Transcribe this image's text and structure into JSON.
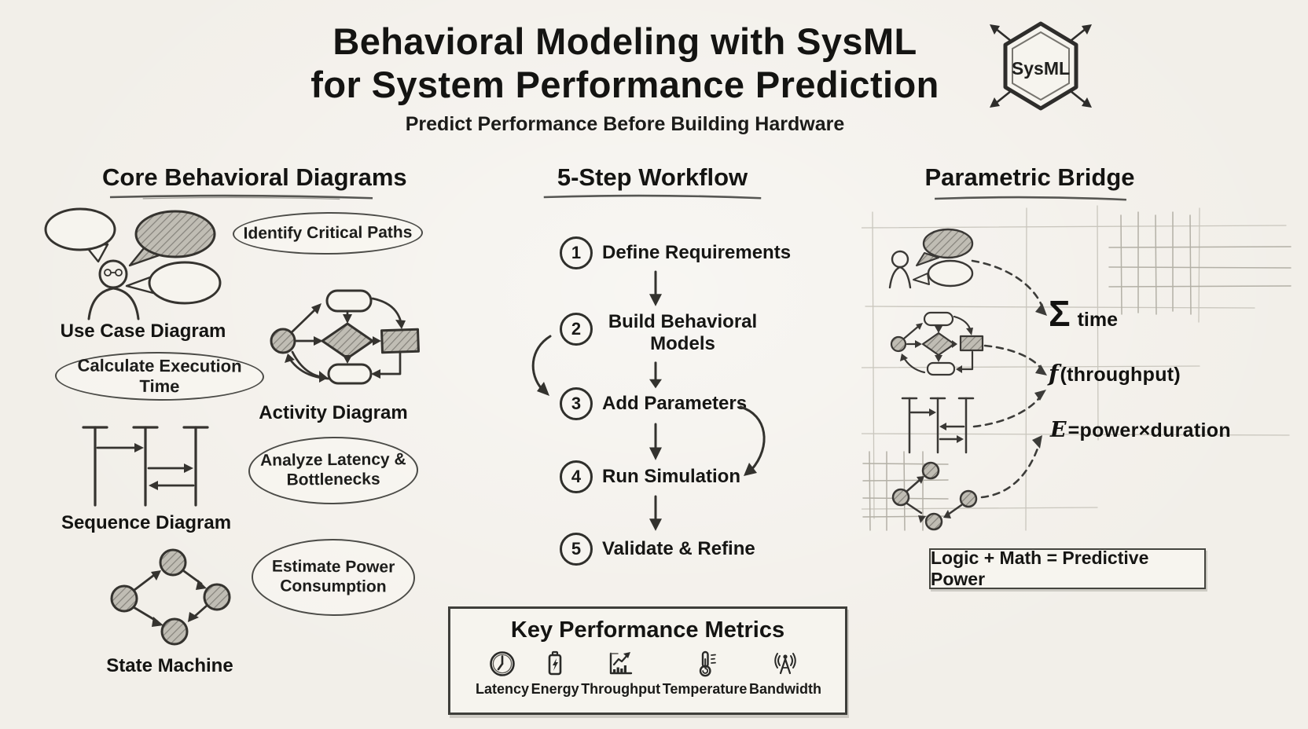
{
  "title": {
    "line1": "Behavioral Modeling with SysML",
    "line2": "for System Performance Prediction",
    "subtitle": "Predict Performance Before Building Hardware"
  },
  "logo": {
    "text": "SysML",
    "icon": "sysml-hexagon-icon"
  },
  "core": {
    "heading": "Core Behavioral Diagrams",
    "labels": {
      "use_case": "Use Case Diagram",
      "activity": "Activity Diagram",
      "sequence": "Sequence Diagram",
      "state": "State Machine"
    },
    "callouts": {
      "critical_paths": "Identify Critical Paths",
      "execution_time": "Calculate Execution Time",
      "latency": "Analyze Latency & Bottlenecks",
      "power": "Estimate Power Consumption"
    }
  },
  "workflow": {
    "heading": "5-Step Workflow",
    "steps": [
      {
        "num": "1",
        "label": "Define Requirements"
      },
      {
        "num": "2",
        "label": "Build Behavioral Models"
      },
      {
        "num": "3",
        "label": "Add Parameters"
      },
      {
        "num": "4",
        "label": "Run Simulation"
      },
      {
        "num": "5",
        "label": "Validate & Refine"
      }
    ]
  },
  "parametric": {
    "heading": "Parametric Bridge",
    "formulas": {
      "sum_symbol": "Σ",
      "sum_label": "time",
      "f_lead": "f",
      "f_rest": "(throughput)",
      "e_lead": "E",
      "e_rest": "=power×duration"
    },
    "footer": "Logic + Math = Predictive Power"
  },
  "metrics": {
    "heading": "Key Performance Metrics",
    "items": [
      {
        "label": "Latency",
        "icon": "clock-icon"
      },
      {
        "label": "Energy",
        "icon": "battery-icon"
      },
      {
        "label": "Throughput",
        "icon": "bar-chart-icon"
      },
      {
        "label": "Temperature",
        "icon": "thermometer-icon"
      },
      {
        "label": "Bandwidth",
        "icon": "antenna-icon"
      }
    ]
  },
  "colors": {
    "background": "#f2efe9",
    "ink": "#2e2d2b",
    "pencil": "#4b4b47",
    "shade": "#bdbab1",
    "grid": "#c9c6bd"
  }
}
